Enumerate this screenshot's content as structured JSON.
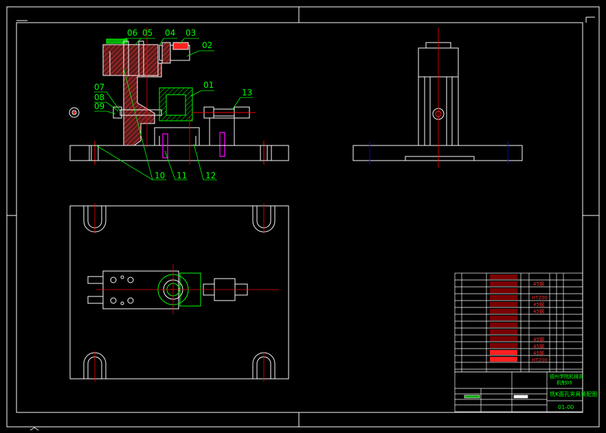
{
  "drawing": {
    "colors": {
      "background": "#000000",
      "frame": "#ffffff",
      "leader": "#00ff00",
      "hatch": "#ff3030",
      "center_line": "#ff0000",
      "hidden": "#0000ff",
      "weld": "#ff00ff",
      "note": "#00ff00"
    },
    "part_labels": [
      "06",
      "05",
      "04",
      "03",
      "02",
      "01",
      "07",
      "08",
      "09",
      "13",
      "10",
      "11",
      "12"
    ],
    "bom_materials": [
      "45钢",
      "HT200",
      "45钢",
      "45钢",
      "45钢",
      "45钢",
      "45钢",
      "HT200"
    ],
    "title_block": {
      "school": "德州学院机械系",
      "class": "机制05",
      "drawing_name": "铣K面孔夹具装配图",
      "drawing_no": "01-00"
    }
  }
}
